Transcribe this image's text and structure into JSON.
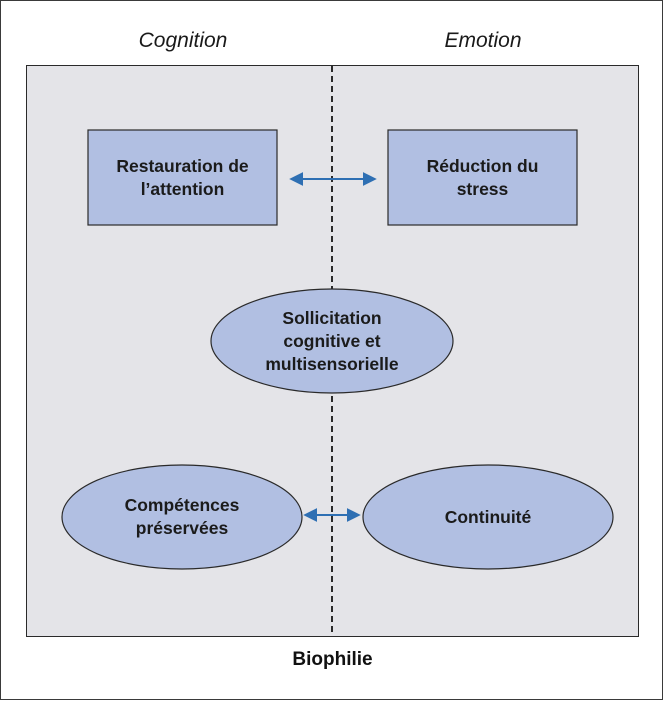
{
  "columns": {
    "left": "Cognition",
    "right": "Emotion"
  },
  "nodes": {
    "attention": "Restauration de\nl’attention",
    "stress": "Réduction du\nstress",
    "sollicitation": "Sollicitation\ncognitive et\nmultisensorielle",
    "competences": "Compétences\npréservées",
    "continuite": "Continuité"
  },
  "footer": "Biophilie",
  "colors": {
    "node_fill": "#b1bfe2",
    "panel_fill": "#e4e4e8",
    "arrow": "#2e6fb3",
    "stroke": "#2a2a2a"
  }
}
